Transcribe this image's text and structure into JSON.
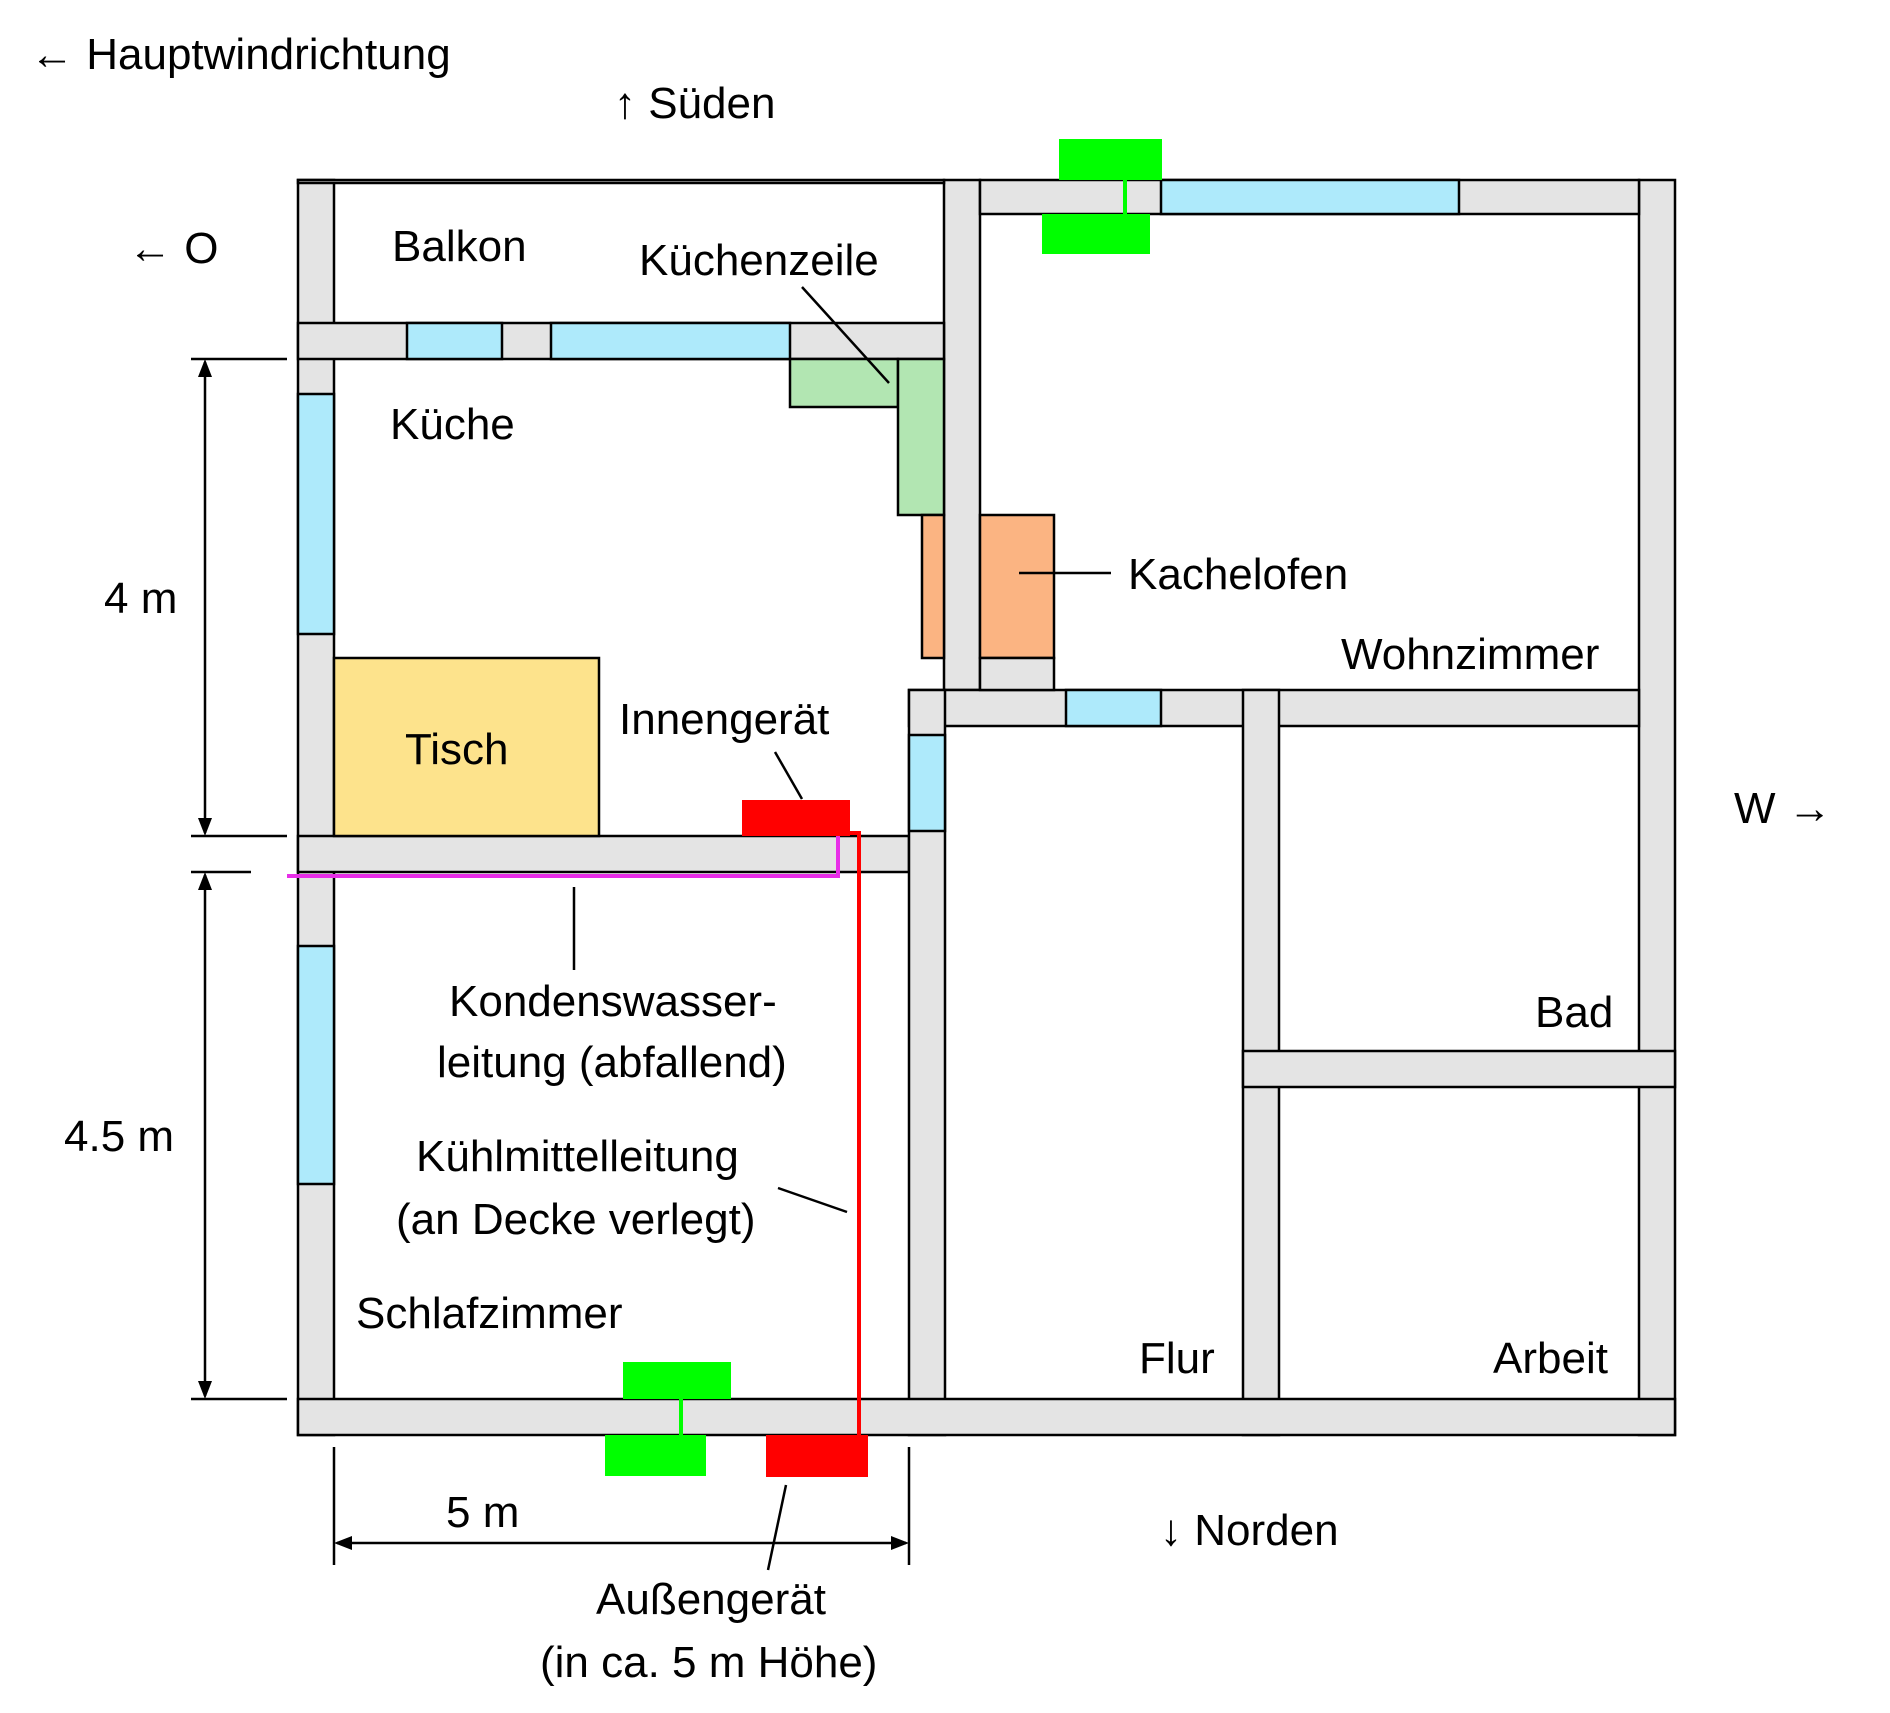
{
  "labels": {
    "wind": "← Hauptwindrichtung",
    "south": "↑ Süden",
    "north": "↓ Norden",
    "east": "← O",
    "west": "W →",
    "balkon": "Balkon",
    "kuechenzeile": "Küchenzeile",
    "kueche": "Küche",
    "kachelofen": "Kachelofen",
    "wohnzimmer": "Wohnzimmer",
    "tisch": "Tisch",
    "innengeraet": "Innengerät",
    "kondens1": "Kondenswasser-",
    "kondens2": "leitung (abfallend)",
    "kuehl1": "Kühlmittelleitung",
    "kuehl2": "(an Decke verlegt)",
    "schlafzimmer": "Schlafzimmer",
    "bad": "Bad",
    "flur": "Flur",
    "arbeit": "Arbeit",
    "aussen1": "Außengerät",
    "aussen2": "(in ca. 5 m Höhe)",
    "dim_4m": "4 m",
    "dim_45m": "4.5 m",
    "dim_5m": "5 m"
  },
  "colors": {
    "wall": "#e4e4e4",
    "window": "#aeeafb",
    "kitchen": "#b2e6b2",
    "oven": "#fbb482",
    "table": "#fde38c",
    "ac_unit": "#ff0000",
    "green_unit": "#00ff00",
    "condensate_line": "#e82ee8",
    "refrigerant_line": "#ff0000"
  }
}
